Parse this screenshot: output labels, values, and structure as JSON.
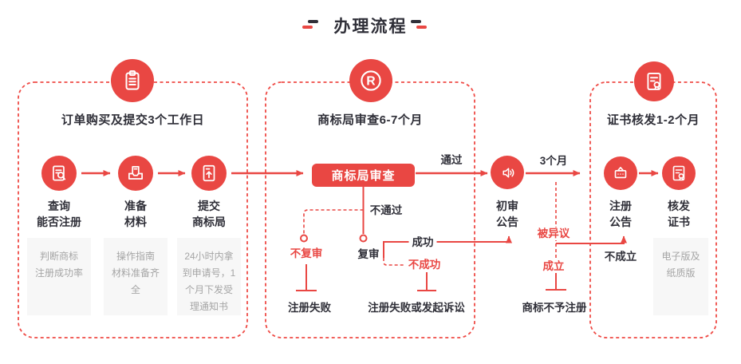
{
  "colors": {
    "accent": "#e94743",
    "dark": "#2f2f38",
    "gray_text": "#a5a5a5",
    "note_bg": "#f7f7f7"
  },
  "header": {
    "title": "办理流程"
  },
  "icons": {
    "stage1_header": "clipboard-icon",
    "stage2_header": "registered-trademark-icon",
    "stage3_header": "certificate-icon",
    "query": "search-document-icon",
    "prepare": "prepare-materials-icon",
    "submit": "submit-document-icon",
    "announce": "speaker-icon",
    "register_announce": "announcement-board-icon",
    "issue_cert": "certificate-icon"
  },
  "stage1": {
    "title": "订单购买及提交3个工作日",
    "steps": [
      {
        "label": [
          "查询",
          "能否注册"
        ],
        "note": [
          "判断商标",
          "注册成功率"
        ]
      },
      {
        "label": [
          "准备",
          "材料"
        ],
        "note": [
          "操作指南",
          "材料准备齐",
          "全"
        ]
      },
      {
        "label": [
          "提交",
          "商标局"
        ],
        "note": [
          "24小时内拿",
          "到申请号，1",
          "个月下发受",
          "理通知书"
        ]
      }
    ]
  },
  "stage2": {
    "title": "商标局审查6-7个月",
    "review_button": "商标局审查",
    "labels": {
      "pass": "通过",
      "fail": "不通过",
      "no_reexam": "不复审",
      "reexam": "复审",
      "success": "成功",
      "unsuccess": "不成功",
      "fail_result": "注册失败",
      "reexam_fail_result": "注册失败或发起诉讼"
    }
  },
  "interlude": {
    "step_label": [
      "初审",
      "公告"
    ],
    "three_months": "3个月",
    "objected": "被异议",
    "established": "成立",
    "not_established": "不成立",
    "not_registered": "商标不予注册"
  },
  "stage3": {
    "title": "证书核发1-2个月",
    "steps": [
      {
        "label": [
          "注册",
          "公告"
        ]
      },
      {
        "label": [
          "核发",
          "证书"
        ],
        "note": [
          "电子版及",
          "纸质版"
        ]
      }
    ]
  }
}
